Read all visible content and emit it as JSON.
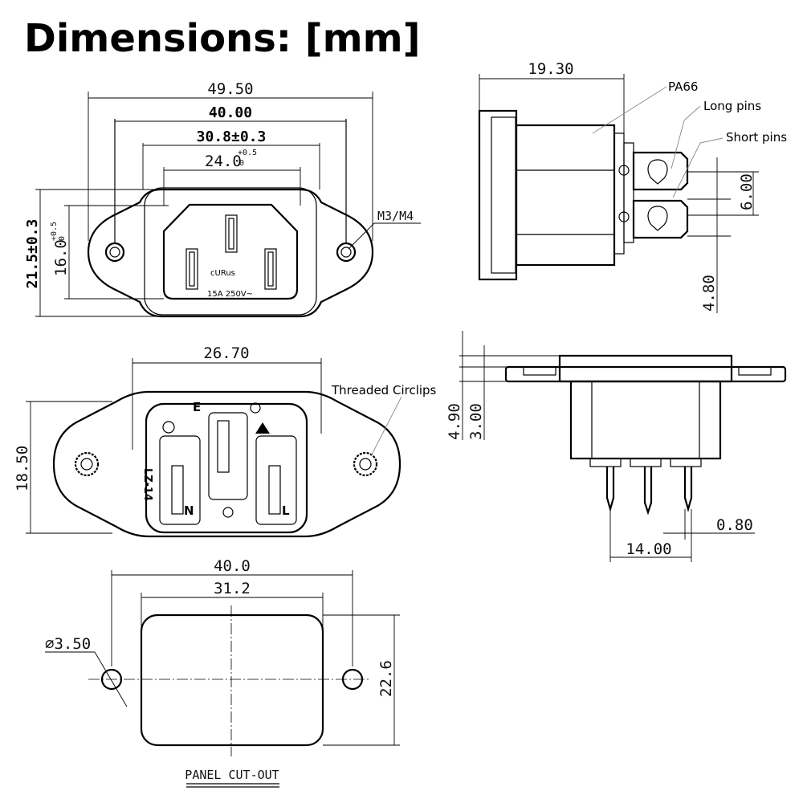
{
  "title": "Dimensions: [mm]",
  "front_view": {
    "dim_overall_width": "49.50",
    "dim_hole_pitch": "40.00",
    "dim_body_width": "30.8±0.3",
    "dim_opening_width_value": "24.0",
    "dim_opening_width_tol_upper": "+0.5",
    "dim_opening_width_tol_lower": "0",
    "dim_height": "21.5±0.3",
    "dim_opening_height_value": "16.0",
    "dim_opening_height_tol_upper": "+0.5",
    "dim_opening_height_tol_lower": "0",
    "label_thread": "M3/M4",
    "rating": "15A 250V~",
    "cert_mark": "cURus"
  },
  "side_view": {
    "dim_depth": "19.30",
    "label_material": "PA66",
    "label_long_pins": "Long pins",
    "label_short_pins": "Short pins",
    "dim_pin_spacing": "6.00",
    "dim_pin_width": "4.80"
  },
  "rear_view": {
    "dim_width": "26.70",
    "dim_height": "18.50",
    "label_circlips": "Threaded  Circlips",
    "mark_earth": "E",
    "mark_neutral": "N",
    "mark_line": "L",
    "model_code": "LZ-14"
  },
  "end_view": {
    "dim_total_height": "4.90",
    "dim_flange": "3.00",
    "dim_pin_thickness": "0.80",
    "dim_pin_pitch": "14.00"
  },
  "cutout": {
    "dim_hole_pitch": "40.0",
    "dim_width": "31.2",
    "dim_hole_dia": "∅3.50",
    "dim_height": "22.6",
    "caption": "PANEL CUT-OUT"
  }
}
